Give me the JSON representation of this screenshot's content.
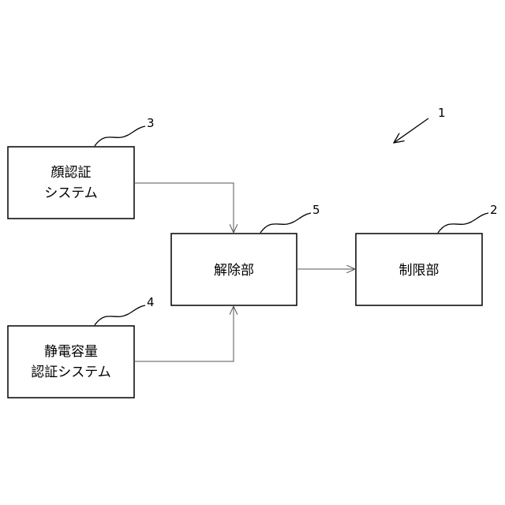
{
  "diagram": {
    "system_ref": "1",
    "blocks": {
      "face_auth": {
        "ref": "3",
        "line1": "顔認証",
        "line2": "システム"
      },
      "capacitive_auth": {
        "ref": "4",
        "line1": "静電容量",
        "line2": "認証システム"
      },
      "release": {
        "ref": "5",
        "label": "解除部"
      },
      "restrict": {
        "ref": "2",
        "label": "制限部"
      }
    }
  }
}
